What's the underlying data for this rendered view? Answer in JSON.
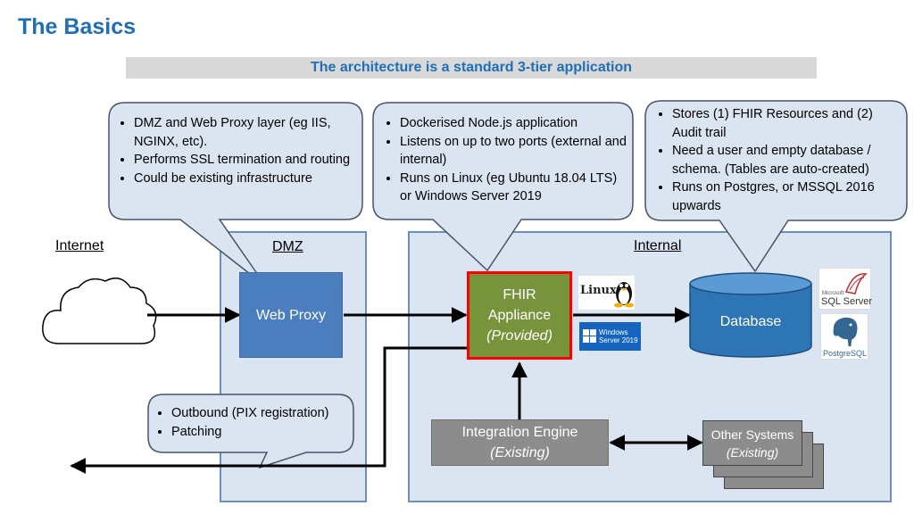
{
  "header": {
    "title": "The Basics",
    "banner": "The architecture is a standard 3-tier application"
  },
  "zones": {
    "internet": "Internet",
    "dmz": "DMZ",
    "internal": "Internal"
  },
  "callouts": {
    "proxy": [
      "DMZ and Web Proxy layer (eg IIS, NGINX, etc).",
      "Performs SSL termination and routing",
      "Could be existing infrastructure"
    ],
    "app": [
      "Dockerised Node.js application",
      "Listens on up to two ports (external and internal)",
      "Runs on Linux (eg Ubuntu 18.04 LTS) or Windows Server 2019"
    ],
    "db": [
      "Stores (1) FHIR Resources and (2) Audit trail",
      "Need a user and empty database / schema. (Tables are auto-created)",
      "Runs on Postgres, or MSSQL 2016 upwards"
    ],
    "outbound": [
      "Outbound (PIX registration)",
      "Patching"
    ]
  },
  "components": {
    "web_proxy": "Web Proxy",
    "fhir_line1": "FHIR",
    "fhir_line2": "Appliance",
    "fhir_line3": "(Provided)",
    "database": "Database",
    "integration_line1": "Integration Engine",
    "integration_line2": "(Existing)",
    "other_line1": "Other Systems",
    "other_line2": "(Existing)"
  },
  "logos": {
    "linux": "Linux",
    "windows_line1": "Windows",
    "windows_line2": "Server 2019",
    "sqlserver_small": "Microsoft",
    "sqlserver": "SQL Server",
    "postgres": "PostgreSQL"
  },
  "colors": {
    "title": "#1f6fb8",
    "zone_fill": "#dbe5f1",
    "web_proxy": "#4a7ebf",
    "fhir": "#77933c",
    "fhir_border": "#ff0000",
    "database": "#2e75b6",
    "existing": "#8c8c8c"
  }
}
